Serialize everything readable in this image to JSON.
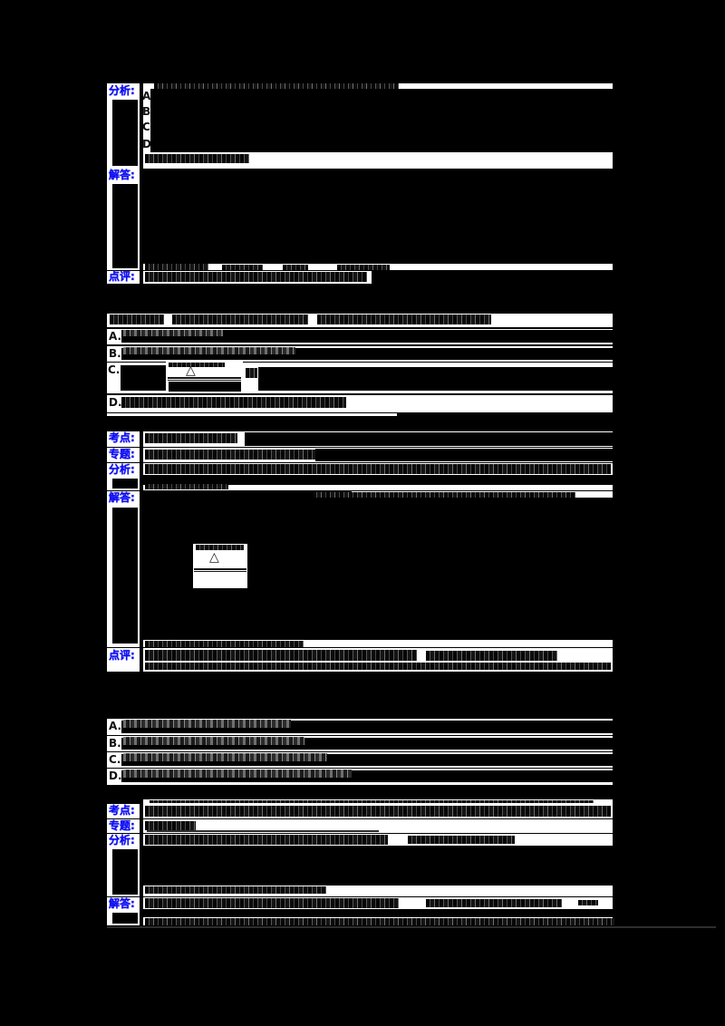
{
  "colors": {
    "page_bg": "#000000",
    "cell_bg": "#ffffff",
    "label_blue": "#0d0df2",
    "redaction": "#000000"
  },
  "symbols": {
    "triangle": "△"
  },
  "q1_answer_table": {
    "rows": [
      {
        "label": "分析:"
      },
      {
        "label": "解答:"
      },
      {
        "label": "点评:"
      }
    ],
    "analysis_item_letters": [
      "A",
      "B",
      "C",
      "D"
    ]
  },
  "q2": {
    "option_letters": [
      "A.",
      "B.",
      "C.",
      "D."
    ],
    "fraction_numerator": "△"
  },
  "q2_answer_table": {
    "rows": [
      {
        "label": "考点:"
      },
      {
        "label": "专题:"
      },
      {
        "label": "分析:"
      },
      {
        "label": "解答:"
      },
      {
        "label": "点评:"
      }
    ],
    "fraction_numerator": "△"
  },
  "q3": {
    "option_letters": [
      "A.",
      "B.",
      "C.",
      "D."
    ]
  },
  "q3_answer_table": {
    "rows": [
      {
        "label": "考点:"
      },
      {
        "label": "专题:"
      },
      {
        "label": "分析:"
      },
      {
        "label": "解答:"
      }
    ]
  }
}
